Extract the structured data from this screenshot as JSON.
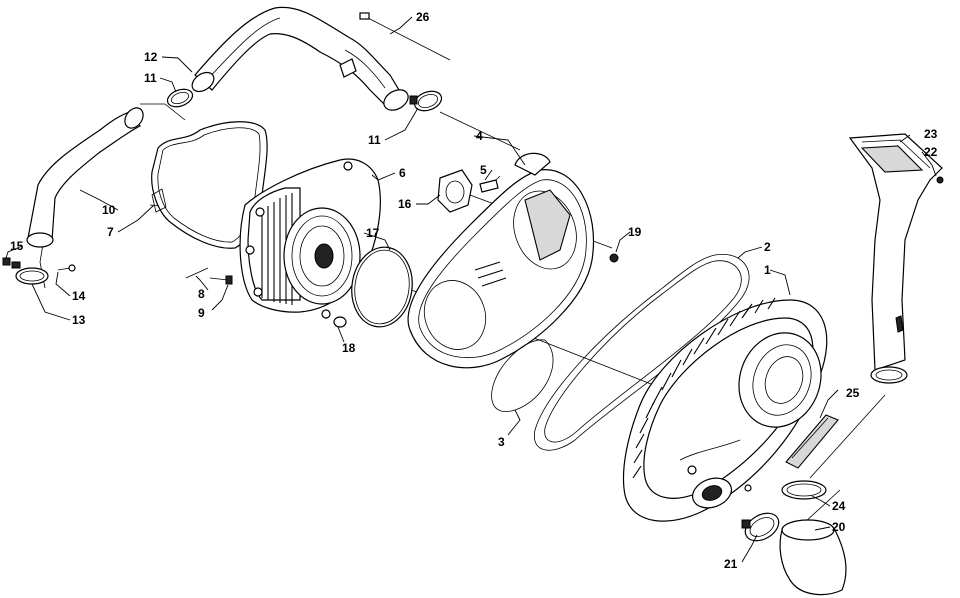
{
  "callouts": {
    "c1": "1",
    "c2": "2",
    "c3": "3",
    "c4": "4",
    "c5": "5",
    "c6": "6",
    "c7": "7",
    "c8": "8",
    "c9": "9",
    "c10": "10",
    "c11a": "11",
    "c11b": "11",
    "c12": "12",
    "c13": "13",
    "c14": "14",
    "c15": "15",
    "c16": "16",
    "c17": "17",
    "c18": "18",
    "c19": "19",
    "c20": "20",
    "c21": "21",
    "c22": "22",
    "c23": "23",
    "c24": "24",
    "c25": "25",
    "c26": "26"
  },
  "colors": {
    "line": "#000000",
    "background": "#ffffff",
    "shade": "#d8d8d8"
  }
}
